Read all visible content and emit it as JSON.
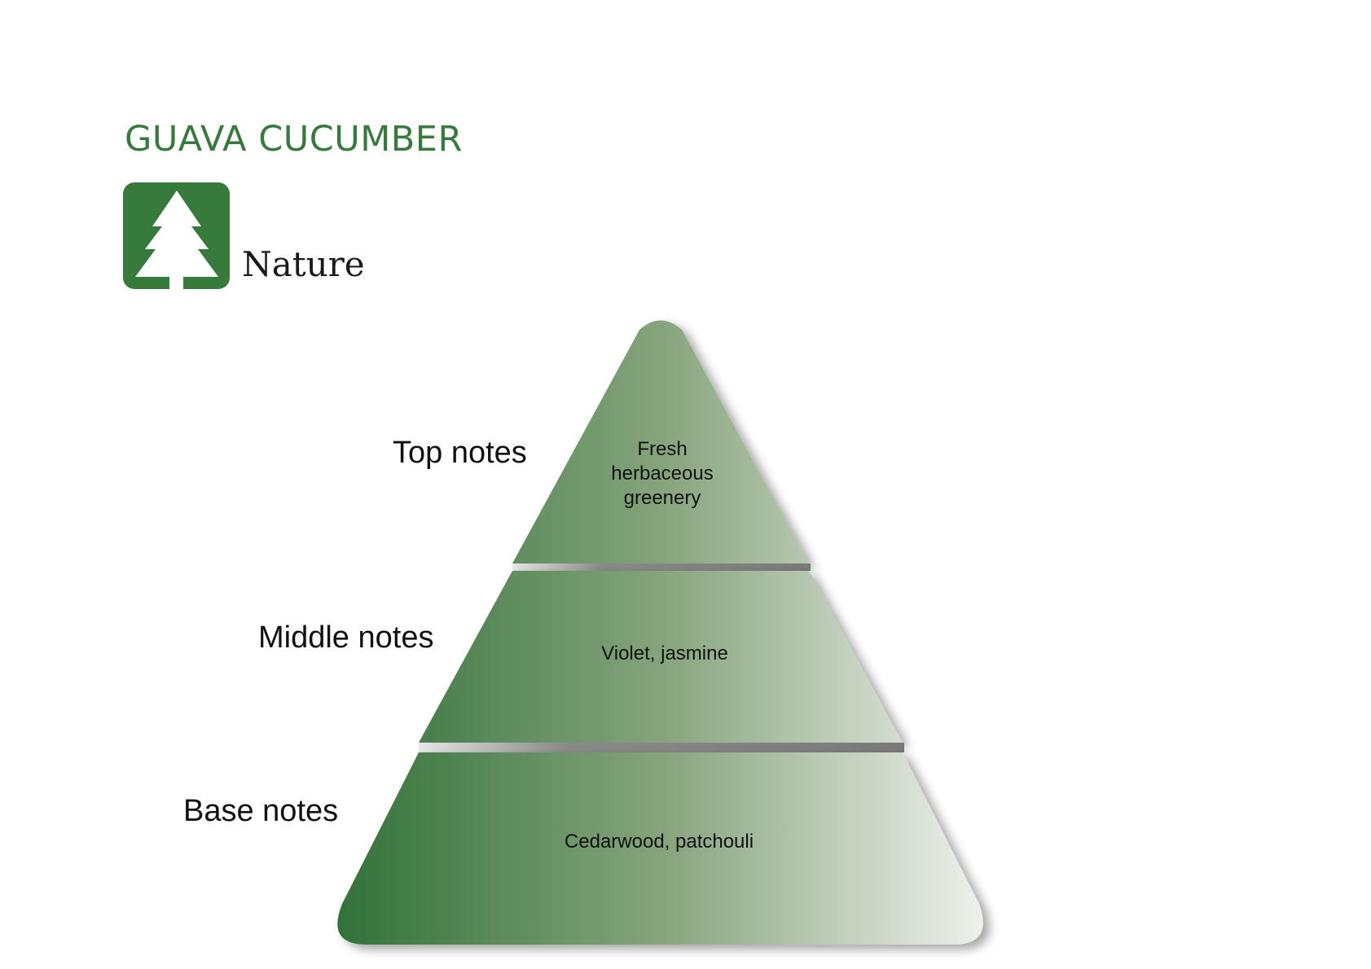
{
  "title": "GUAVA CUCUMBER",
  "category": {
    "label": "Nature",
    "icon": "tree-icon"
  },
  "colors": {
    "brand_green": "#367a3c",
    "gradient_start": "#2f7038",
    "gradient_end": "#f0f2ee"
  },
  "pyramid": {
    "tiers": [
      {
        "label": "Top notes",
        "lines": [
          "Fresh",
          "herbaceous",
          "greenery"
        ]
      },
      {
        "label": "Middle notes",
        "text": "Violet,  jasmine"
      },
      {
        "label": "Base notes",
        "text": "Cedarwood,  patchouli"
      }
    ]
  }
}
